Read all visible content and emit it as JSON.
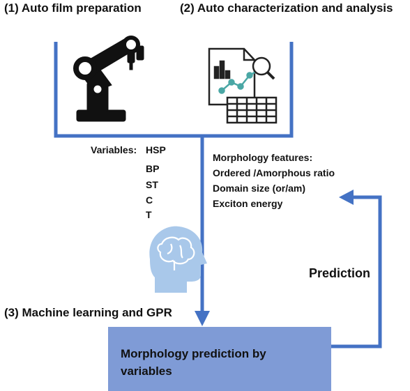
{
  "step1": "(1) Auto film preparation",
  "step2": "(2) Auto characterization and analysis",
  "step3": "(3)  Machine learning  and GPR",
  "variables": {
    "heading": "Variables:",
    "items": [
      "HSP",
      "BP",
      "ST",
      "C",
      "T"
    ]
  },
  "features": {
    "heading": "Morphology features:",
    "items": [
      "Ordered /Amorphous ratio",
      "Domain size (or/am)",
      "Exciton energy"
    ]
  },
  "prediction_label": "Prediction",
  "prediction_box": "Morphology prediction by variables",
  "icons": [
    "robot-arm-icon",
    "chart-analysis-icon",
    "brain-head-icon"
  ],
  "colors": {
    "arrow": "#4472c4",
    "box": "#7f9bd6",
    "robot": "#111111",
    "brain": "#a9c8ea"
  }
}
